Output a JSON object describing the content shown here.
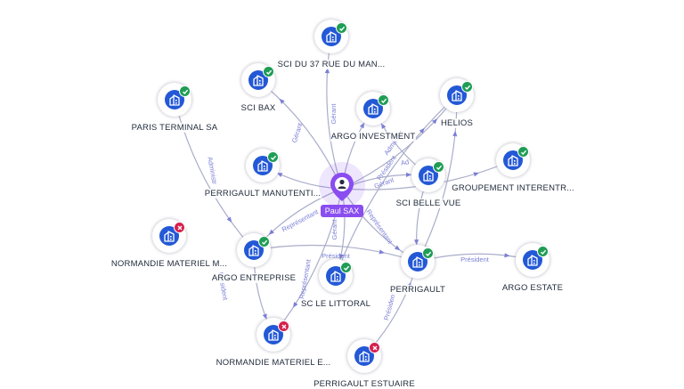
{
  "colors": {
    "company": "#2358d6",
    "active": "#1f9d55",
    "inactive": "#d6204e",
    "person": "#8a4df0",
    "edge": "#a9adc9",
    "edge_label": "#7b7fd6"
  },
  "person": {
    "name": "Paul SAX",
    "icon": "user-icon"
  },
  "nodes": [
    {
      "id": "sci37",
      "label": "SCI DU 37 RUE DU MAN...",
      "status": "active"
    },
    {
      "id": "scibax",
      "label": "SCI BAX",
      "status": "active"
    },
    {
      "id": "paristerminal",
      "label": "PARIS TERMINAL SA",
      "status": "active"
    },
    {
      "id": "argoinvest",
      "label": "ARGO INVESTMENT",
      "status": "active"
    },
    {
      "id": "helios",
      "label": "HELIOS",
      "status": "active"
    },
    {
      "id": "perrimanut",
      "label": "PERRIGAULT MANUTENTI...",
      "status": "active"
    },
    {
      "id": "scibellevue",
      "label": "SCI BELLE VUE",
      "status": "active"
    },
    {
      "id": "groupement",
      "label": "GROUPEMENT INTERENTR...",
      "status": "active"
    },
    {
      "id": "normandie1",
      "label": "NORMANDIE MATERIEL M...",
      "status": "inactive"
    },
    {
      "id": "argoentreprise",
      "label": "ARGO ENTREPRISE",
      "status": "active"
    },
    {
      "id": "sclittoral",
      "label": "SC LE LITTORAL",
      "status": "active"
    },
    {
      "id": "perrigault",
      "label": "PERRIGAULT",
      "status": "active"
    },
    {
      "id": "argoestate",
      "label": "ARGO ESTATE",
      "status": "active"
    },
    {
      "id": "normandie2",
      "label": "NORMANDIE MATERIEL E...",
      "status": "inactive"
    },
    {
      "id": "perriestuaire",
      "label": "PERRIGAULT ESTUAIRE",
      "status": "inactive"
    }
  ],
  "edges": [
    {
      "from": "person",
      "to": "sci37",
      "label": "Gérant"
    },
    {
      "from": "person",
      "to": "scibax",
      "label": "Gérant"
    },
    {
      "from": "person",
      "to": "argoinvest",
      "label": ""
    },
    {
      "from": "person",
      "to": "helios",
      "label": "Administr"
    },
    {
      "from": "person",
      "to": "scibellevue",
      "label": "Gérant"
    },
    {
      "from": "person",
      "to": "groupement",
      "label": "Ad"
    },
    {
      "from": "person",
      "to": "perrimanut",
      "label": ""
    },
    {
      "from": "person",
      "to": "argoentreprise",
      "label": "Représentant"
    },
    {
      "from": "person",
      "to": "sclittoral",
      "label": "Gérant"
    },
    {
      "from": "person",
      "to": "perrigault",
      "label": "Représentant"
    },
    {
      "from": "person",
      "to": "normandie2",
      "label": "Représentant"
    },
    {
      "from": "paristerminal",
      "to": "argoentreprise",
      "label": "Administr"
    },
    {
      "from": "argoentreprise",
      "to": "perrigault",
      "label": "Président"
    },
    {
      "from": "argoentreprise",
      "to": "normandie2",
      "label": "Président"
    },
    {
      "from": "perrigault",
      "to": "argoestate",
      "label": "Président"
    },
    {
      "from": "perriestuaire",
      "to": "perrigault",
      "label": "Président"
    },
    {
      "from": "sclittoral",
      "to": "helios",
      "label": ""
    },
    {
      "from": "perrigault",
      "to": "helios",
      "label": ""
    },
    {
      "from": "scibellevue",
      "to": "argoinvest",
      "label": "Président"
    },
    {
      "from": "scibellevue",
      "to": "perrigault",
      "label": ""
    }
  ]
}
